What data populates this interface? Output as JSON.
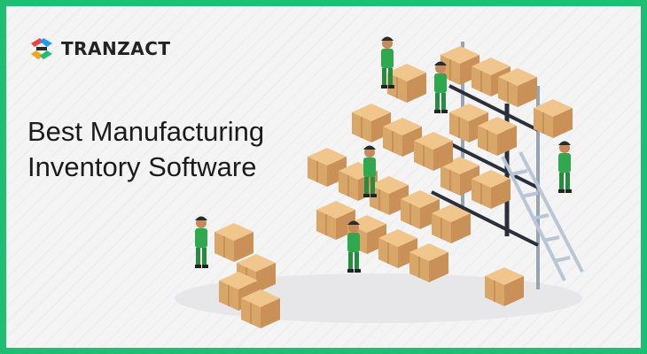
{
  "brand": {
    "name": "TRANZACT",
    "logo_icon": "tranzact-logo-icon",
    "accent": "#1dbf73",
    "mark_colors": [
      "#e64545",
      "#1d9bf0",
      "#f2a61b",
      "#1dbf73"
    ]
  },
  "headline": {
    "line1": "Best Manufacturing",
    "line2": "Inventory Software"
  },
  "illustration": {
    "icon": "warehouse-workers-illustration",
    "box_color": "#e3b47a",
    "uniform_color": "#2fa84f"
  }
}
